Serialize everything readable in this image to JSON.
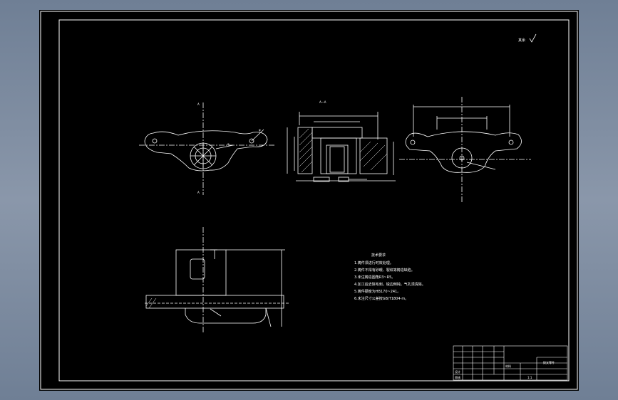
{
  "drawing": {
    "surface_mark": "其余",
    "section_label": "A—A",
    "technical_requirements": {
      "title": "技术要求",
      "items": [
        "1.铸件须进行时效处理。",
        "2.铸件不得有砂眼、裂纹等铸造缺陷。",
        "3.未注铸造圆角R3~R5。",
        "4.加工后去除毛刺，锐边倒钝，气孔须清除。",
        "5.铸件硬度为HB170~241。",
        "6.未注尺寸公差按GB/T1804-m。"
      ]
    },
    "title_block": {
      "part_name": "拨叉零件",
      "scale": "1:1",
      "material_label": "材料",
      "drawn_label": "设计",
      "checked_label": "审核"
    }
  },
  "colors": {
    "background": "#7d8aa0",
    "sheet": "#000000",
    "lines": "#ffffff"
  }
}
